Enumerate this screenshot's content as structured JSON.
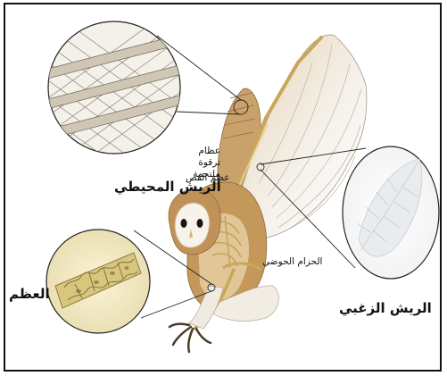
{
  "labels": {
    "contour_feathers": "الريش المحيطي",
    "down_feathers": "الريش الزغبي",
    "bone": "العظم",
    "pelvic_girdle": "الحزام الحوضي",
    "fused_collarbones": "عظام ترقوة ملتحمة",
    "keel_bone": "عظم القص"
  },
  "colors": {
    "frame": "#111111",
    "background": "#ffffff",
    "bone_yellow": "#d8c57e",
    "feather_white": "#f2f3f4",
    "owl_brown": "#b88a50",
    "pointer_line": "#222222"
  },
  "icons": [
    "owl-illustration",
    "feather-lattice-zoom",
    "down-feather-zoom",
    "bone-cross-section-zoom"
  ]
}
